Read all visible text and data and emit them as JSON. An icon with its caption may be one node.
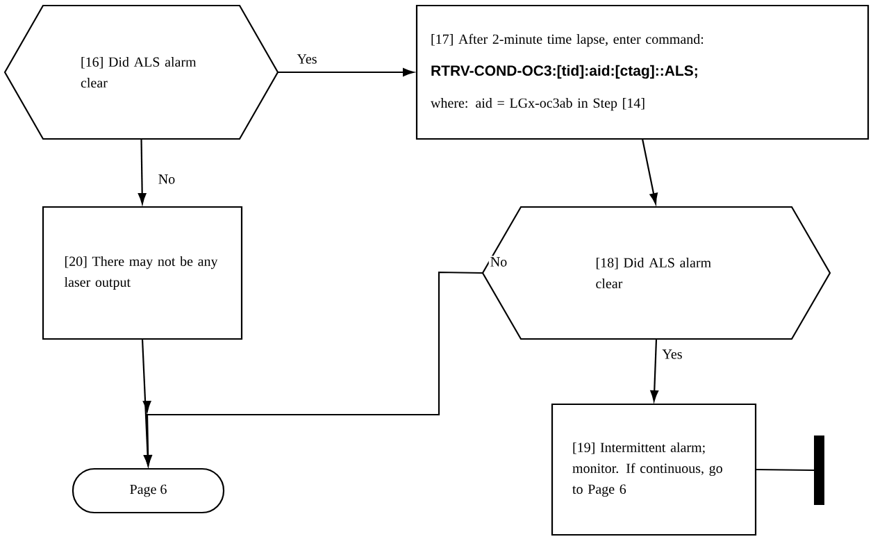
{
  "diagram": {
    "nodes": [
      {
        "text": [
          "[16] Did ALS alarm clear"
        ]
      },
      {
        "text": [
          "[17] After 2-minute time lapse, enter command:",
          "RTRV-COND-OC3:[tid]:aid:[ctag]::ALS;",
          "where: aid = LGx-oc3ab in Step [14]"
        ]
      },
      {
        "text": [
          "[20] There may not be any laser output"
        ]
      },
      {
        "text": [
          "[18] Did ALS alarm clear"
        ]
      },
      {
        "text": [
          "[19] Intermittent alarm; monitor. If continuous, go to Page 6"
        ]
      },
      {
        "text": [
          "Page 6"
        ]
      },
      {
        "text": [],
        "shape": "bar"
      }
    ],
    "edges": [
      {
        "from": 0,
        "to": 1,
        "arrow": "to",
        "label": "Yes"
      },
      {
        "from": 0,
        "to": 2,
        "arrow": "to",
        "label": "No"
      },
      {
        "from": 2,
        "to": 5,
        "arrow": "to"
      },
      {
        "from": 1,
        "to": 3,
        "arrow": "to"
      },
      {
        "from": 3,
        "to": 5,
        "arrow": "to",
        "label": "No"
      },
      {
        "from": 3,
        "to": 4,
        "arrow": "to",
        "label": "Yes"
      },
      {
        "from": 4,
        "to": 6,
        "arrow": "none"
      }
    ]
  }
}
